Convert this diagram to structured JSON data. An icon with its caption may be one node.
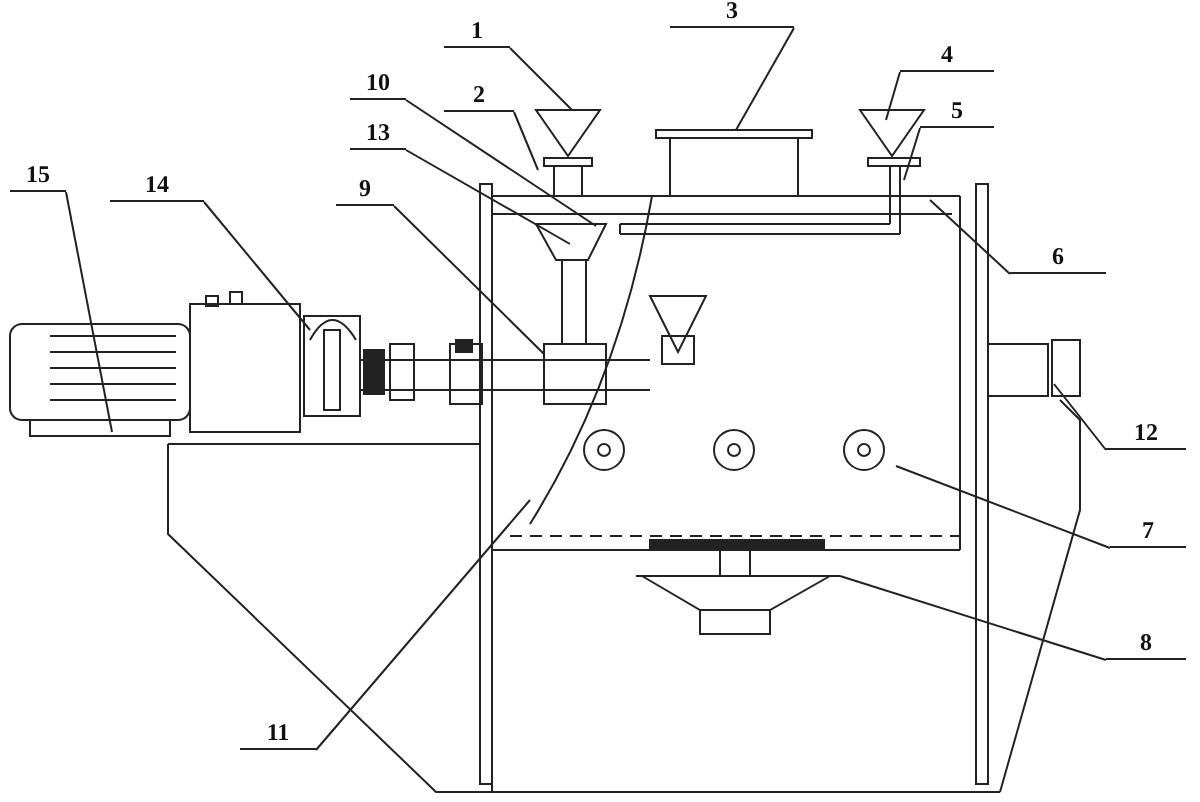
{
  "diagram": {
    "nodes": [
      {
        "text": [
          "1"
        ]
      },
      {
        "text": [
          "2"
        ]
      },
      {
        "text": [
          "3"
        ]
      },
      {
        "text": [
          "4"
        ]
      },
      {
        "text": [
          "5"
        ]
      },
      {
        "text": [
          "6"
        ]
      },
      {
        "text": [
          "7"
        ]
      },
      {
        "text": [
          "8"
        ]
      },
      {
        "text": [
          "9"
        ]
      },
      {
        "text": [
          "10"
        ]
      },
      {
        "text": [
          "11"
        ]
      },
      {
        "text": [
          "12"
        ]
      },
      {
        "text": [
          "13"
        ]
      },
      {
        "text": [
          "14"
        ]
      },
      {
        "text": [
          "15"
        ]
      }
    ],
    "edges": [
      {
        "from": 0,
        "to": null,
        "arrow": "none"
      },
      {
        "from": 1,
        "to": null,
        "arrow": "none"
      },
      {
        "from": 2,
        "to": null,
        "arrow": "none"
      },
      {
        "from": 3,
        "to": null,
        "arrow": "none"
      },
      {
        "from": 4,
        "to": null,
        "arrow": "none"
      },
      {
        "from": 5,
        "to": null,
        "arrow": "none"
      },
      {
        "from": 6,
        "to": null,
        "arrow": "none"
      },
      {
        "from": 7,
        "to": null,
        "arrow": "none"
      },
      {
        "from": 8,
        "to": null,
        "arrow": "none"
      },
      {
        "from": 9,
        "to": null,
        "arrow": "none"
      },
      {
        "from": 10,
        "to": null,
        "arrow": "none"
      },
      {
        "from": 11,
        "to": null,
        "arrow": "none"
      },
      {
        "from": 12,
        "to": null,
        "arrow": "none"
      },
      {
        "from": 13,
        "to": null,
        "arrow": "none"
      },
      {
        "from": 14,
        "to": null,
        "arrow": "none"
      }
    ]
  }
}
